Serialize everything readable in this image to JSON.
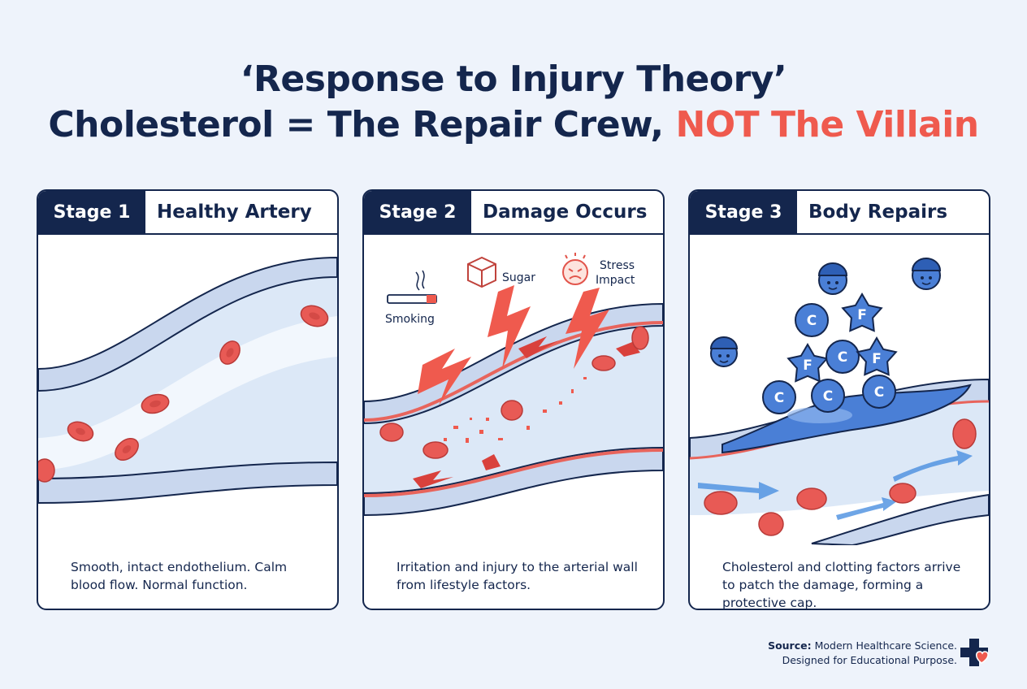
{
  "title": {
    "line1": "‘Response to Injury Theory’",
    "line2_main": "Cholesterol = The Repair Crew, ",
    "line2_accent": "NOT The Villain"
  },
  "colors": {
    "navy": "#14264d",
    "accent_red": "#ef5a4e",
    "blood_cell": "#e85a55",
    "repair_blue": "#4a7fd6",
    "vessel_wall": "#c9d7ee"
  },
  "panels": [
    {
      "stage": "Stage 1",
      "title": "Healthy Artery",
      "caption": "Smooth, intact endothelium. Calm blood flow. Normal function."
    },
    {
      "stage": "Stage 2",
      "title": "Damage Occurs",
      "caption": "Irritation and injury to the arterial wall from lifestyle factors.",
      "factors": [
        "Smoking",
        "Sugar",
        "Stress Impact"
      ]
    },
    {
      "stage": "Stage 3",
      "title": "Body Repairs",
      "caption": "Cholesterol and clotting factors arrive to patch the damage, forming a protective cap.",
      "repair_labels": [
        "C",
        "F",
        "F",
        "C",
        "F",
        "C",
        "C",
        "C"
      ]
    }
  ],
  "factor_labels": {
    "stress_line1": "Stress",
    "stress_line2": "Impact"
  },
  "icons": [
    "cigarette-icon",
    "sugar-cube-icon",
    "stressed-face-icon",
    "lightning-bolt-icon",
    "hardhat-worker-icon",
    "medical-cross-heart-icon"
  ],
  "footer": {
    "source_label": "Source:",
    "source_text": " Modern Healthcare Science.",
    "line2": "Designed for Educational Purpose."
  }
}
